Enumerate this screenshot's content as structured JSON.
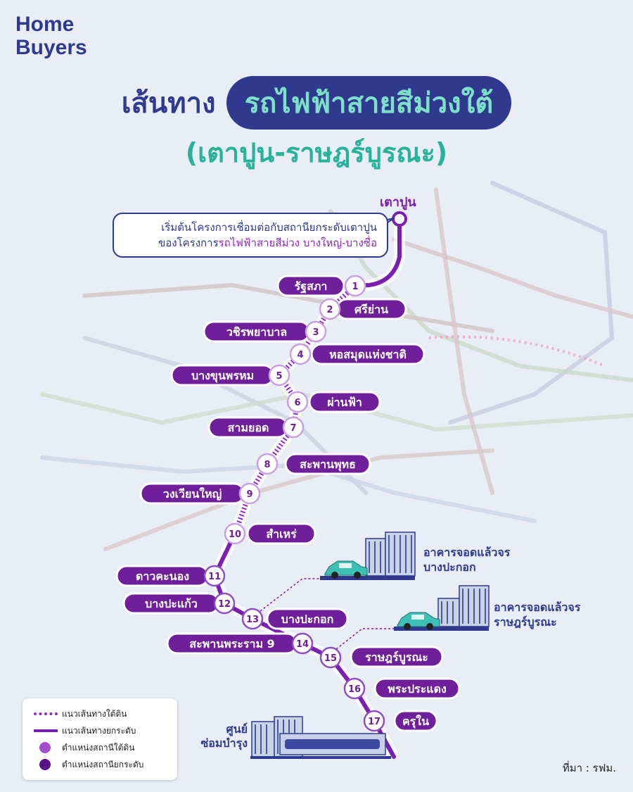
{
  "brand": {
    "logo_line1": "Home",
    "logo_line2": "Buyers"
  },
  "title": {
    "prefix": "เส้นทาง",
    "highlight": "รถไฟฟ้าสายสีม่วงใต้",
    "subtitle": "(เตาปูน-ราษฎร์บูรณะ)"
  },
  "callout": {
    "line1": "เริ่มต้นโครงการเชื่อมต่อกับสถานียกระดับเตาปูน",
    "line2_prefix": "ของโครงการ",
    "line2_highlight": "รถไฟฟ้าสายสีม่วง บางใหญ่-บางซื่อ"
  },
  "terminus": "เตาปูน",
  "stations": [
    {
      "num": "1",
      "name": "รัฐสภา",
      "type": "underground"
    },
    {
      "num": "2",
      "name": "ศรีย่าน",
      "type": "underground"
    },
    {
      "num": "3",
      "name": "วชิรพยาบาล",
      "type": "underground"
    },
    {
      "num": "4",
      "name": "หอสมุดแห่งชาติ",
      "type": "underground"
    },
    {
      "num": "5",
      "name": "บางขุนพรหม",
      "type": "underground"
    },
    {
      "num": "6",
      "name": "ผ่านฟ้า",
      "type": "underground"
    },
    {
      "num": "7",
      "name": "สามยอด",
      "type": "underground"
    },
    {
      "num": "8",
      "name": "สะพานพุทธ",
      "type": "underground"
    },
    {
      "num": "9",
      "name": "วงเวียนใหญ่",
      "type": "underground"
    },
    {
      "num": "10",
      "name": "สำเหร่",
      "type": "underground"
    },
    {
      "num": "11",
      "name": "ดาวคะนอง",
      "type": "elevated"
    },
    {
      "num": "12",
      "name": "บางปะแก้ว",
      "type": "elevated"
    },
    {
      "num": "13",
      "name": "บางปะกอก",
      "type": "elevated"
    },
    {
      "num": "14",
      "name": "สะพานพระราม 9",
      "type": "elevated"
    },
    {
      "num": "15",
      "name": "ราษฎร์บูรณะ",
      "type": "elevated"
    },
    {
      "num": "16",
      "name": "พระประแดง",
      "type": "elevated"
    },
    {
      "num": "17",
      "name": "ครุใน",
      "type": "elevated"
    }
  ],
  "park_and_ride": [
    {
      "line1": "อาคารจอดแล้วจร",
      "line2": "บางปะกอก"
    },
    {
      "line1": "อาคารจอดแล้วจร",
      "line2": "ราษฎร์บูรณะ"
    }
  ],
  "depot": {
    "line1": "ศูนย์",
    "line2": "ซ่อมบำรุง"
  },
  "legend": [
    {
      "label": "แนวเส้นทางใต้ดิน",
      "icon": "dashed-line"
    },
    {
      "label": "แนวเส้นทางยกระดับ",
      "icon": "solid-line"
    },
    {
      "label": "ตำแหน่งสถานีใต้ดิน",
      "icon": "light-circle"
    },
    {
      "label": "ตำแหน่งสถานียกระดับ",
      "icon": "dark-circle"
    }
  ],
  "source": "ที่มา : รฟม.",
  "colors": {
    "navy": "#2f3a8f",
    "purple": "#7b1fb0",
    "teal": "#27b39a",
    "station_label": "#6f1f9a"
  }
}
